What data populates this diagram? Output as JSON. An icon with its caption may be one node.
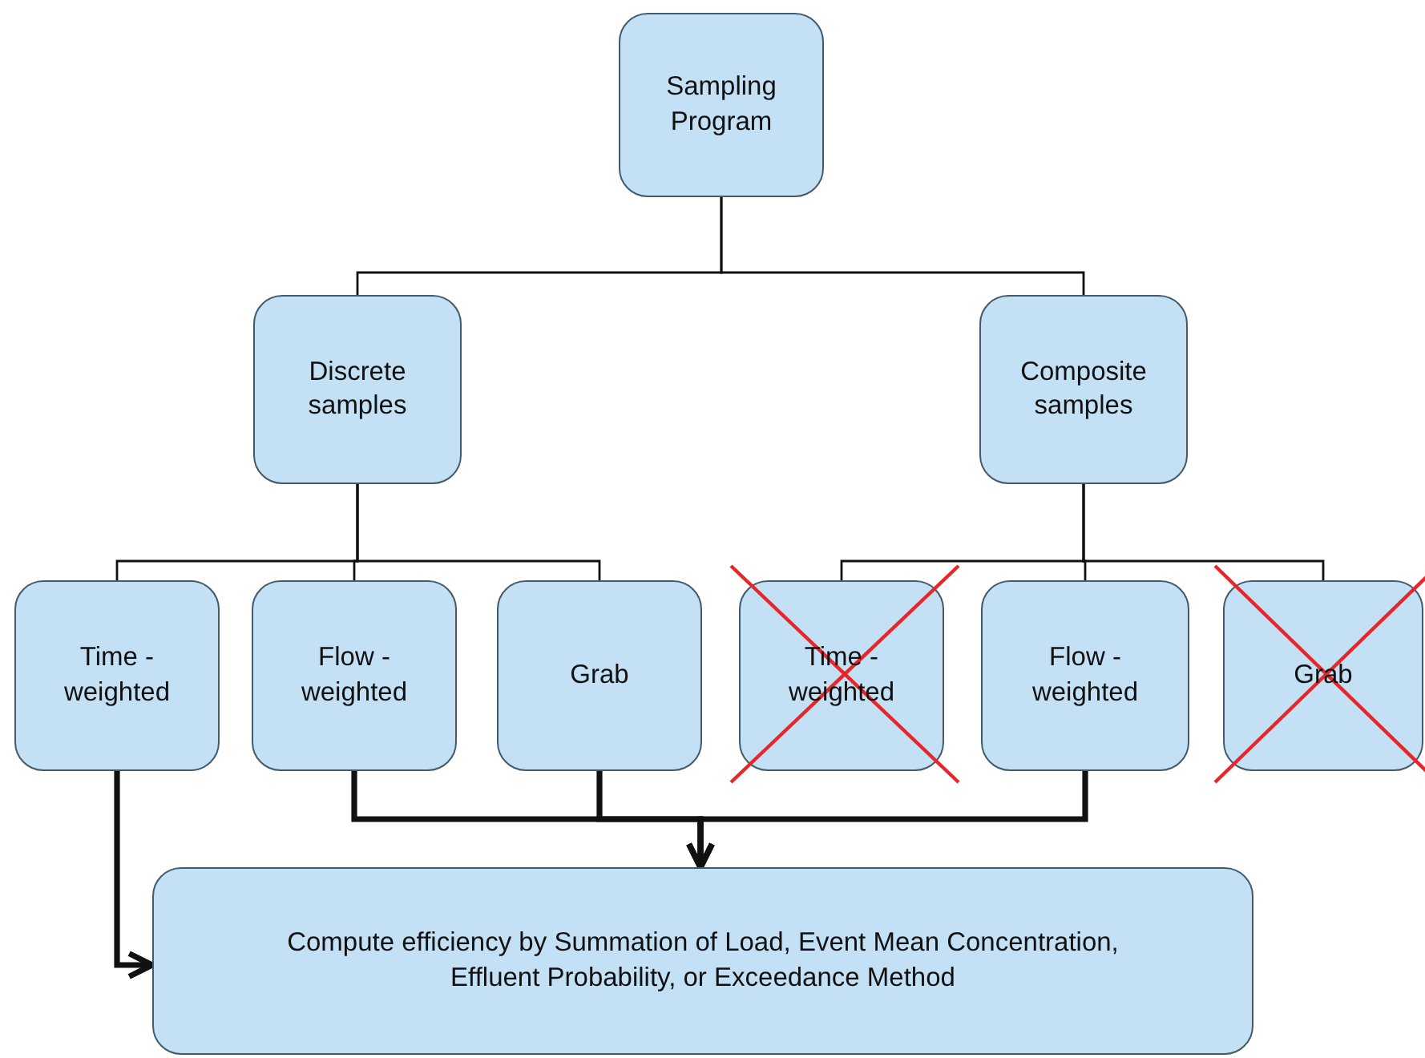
{
  "diagram": {
    "nodes": [
      {
        "text": [
          "Sampling Program"
        ]
      },
      {
        "text": [
          "Discrete samples"
        ]
      },
      {
        "text": [
          "Composite samples"
        ]
      },
      {
        "text": [
          "Time - weighted"
        ]
      },
      {
        "text": [
          "Flow - weighted"
        ]
      },
      {
        "text": [
          "Grab"
        ]
      },
      {
        "text": [
          "Time - weighted"
        ]
      },
      {
        "text": [
          "Flow - weighted"
        ]
      },
      {
        "text": [
          "Grab"
        ]
      },
      {
        "text": [
          "Compute efficiency by Summation of Load, Event Mean Concentration, Effluent Probability, or Exceedance Method"
        ]
      }
    ],
    "edges": [
      {
        "from": 0,
        "to": 1,
        "arrow": "none"
      },
      {
        "from": 0,
        "to": 2,
        "arrow": "none"
      },
      {
        "from": 1,
        "to": 3,
        "arrow": "none"
      },
      {
        "from": 1,
        "to": 4,
        "arrow": "none"
      },
      {
        "from": 1,
        "to": 5,
        "arrow": "none"
      },
      {
        "from": 2,
        "to": 6,
        "arrow": "none"
      },
      {
        "from": 2,
        "to": 7,
        "arrow": "none"
      },
      {
        "from": 2,
        "to": 8,
        "arrow": "none"
      },
      {
        "from": 3,
        "to": 9,
        "arrow": "to",
        "style": "thick"
      },
      {
        "from": 4,
        "to": 9,
        "arrow": "to",
        "style": "thick"
      },
      {
        "from": 5,
        "to": 9,
        "arrow": "to",
        "style": "thick"
      },
      {
        "from": 7,
        "to": 9,
        "arrow": "to",
        "style": "thick"
      }
    ]
  }
}
